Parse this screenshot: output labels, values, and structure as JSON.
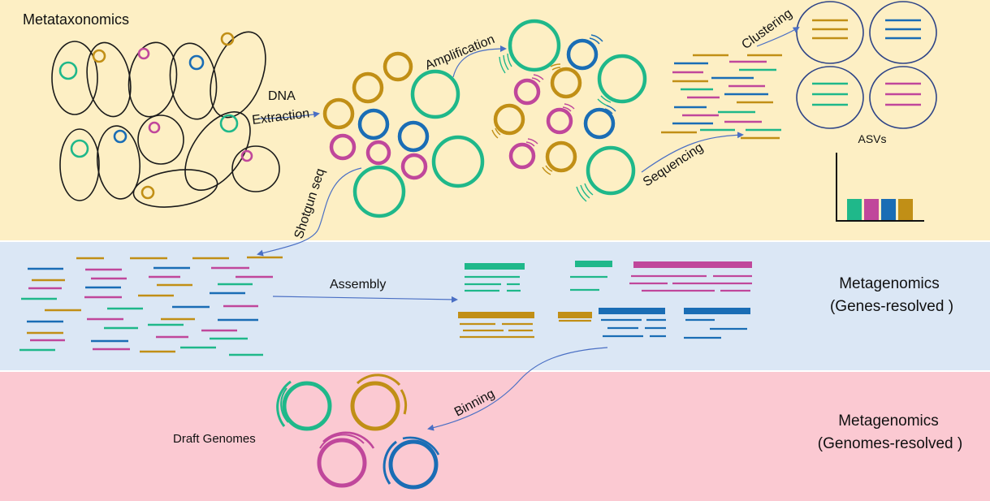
{
  "bands": {
    "top": {
      "color": "#fdefc4",
      "title": "Metataxonomics"
    },
    "middle": {
      "color": "#dbe7f5",
      "title_line1": "Metagenomics",
      "title_line2": "(Genes-resolved )"
    },
    "bottom": {
      "color": "#fbc9d2",
      "title_line1": "Metagenomics",
      "title_line2": "(Genomes-resolved )"
    }
  },
  "steps": {
    "dna_line1": "DNA",
    "dna_line2": "Extraction",
    "amplification": "Amplification",
    "sequencing": "Sequencing",
    "clustering": "Clustering",
    "shotgun": "Shotgun seq",
    "assembly": "Assembly",
    "binning": "Binning"
  },
  "labels": {
    "asvs": "ASVs",
    "draft_genomes": "Draft Genomes"
  },
  "colors": {
    "green": "#1fb88a",
    "blue": "#1a6db5",
    "magenta": "#c0479b",
    "gold": "#c18f16",
    "arrow": "#4a6fc4",
    "outline": "#1a1a1a",
    "asv_circle": "#2e4487"
  },
  "asv_bar_chart": {
    "bars": [
      {
        "color": "green",
        "value": 1
      },
      {
        "color": "magenta",
        "value": 1
      },
      {
        "color": "blue",
        "value": 1
      },
      {
        "color": "gold",
        "value": 1
      }
    ]
  }
}
